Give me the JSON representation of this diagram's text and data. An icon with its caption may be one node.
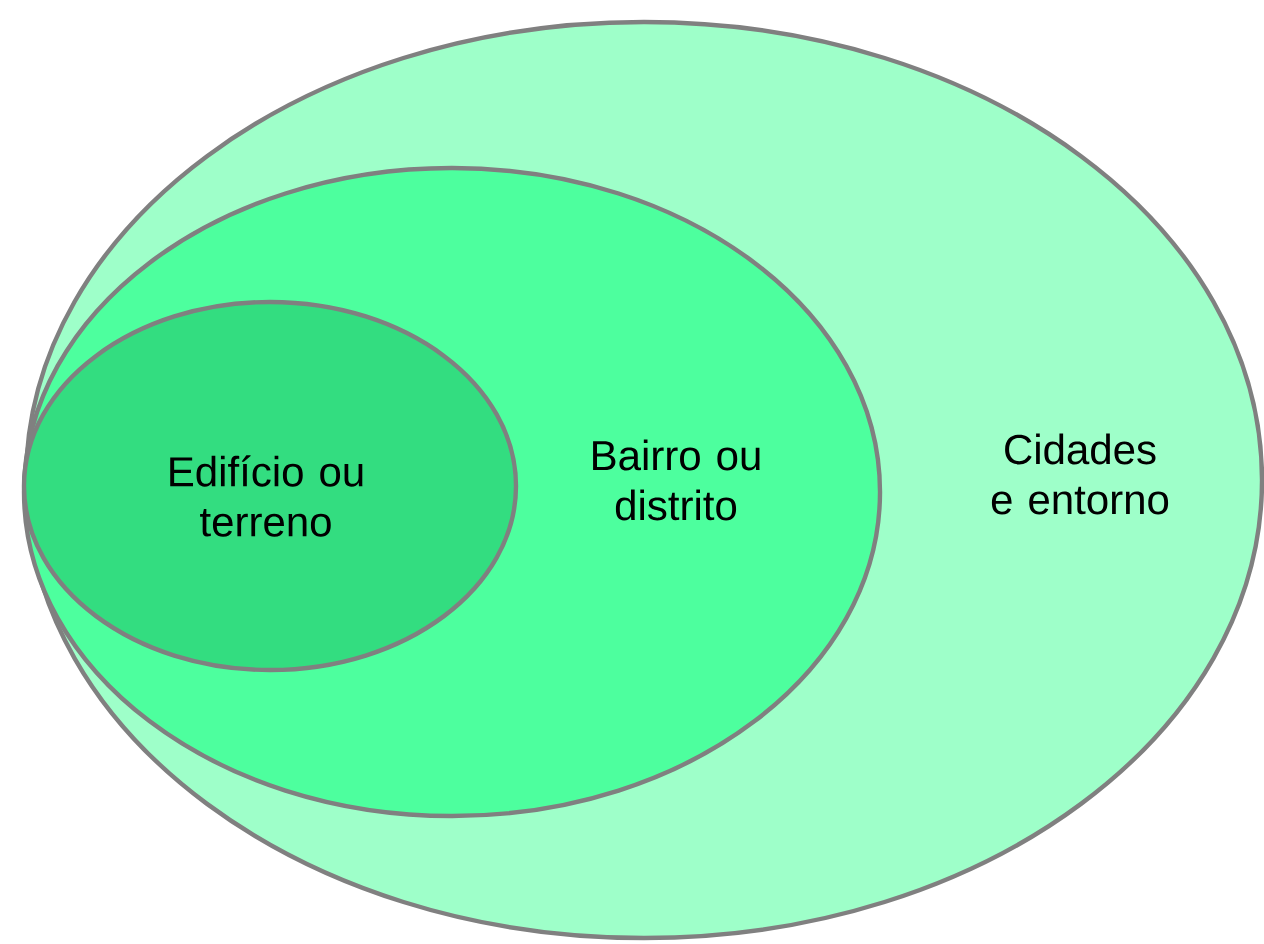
{
  "diagram": {
    "nodes": [
      {
        "text": [
          "Cidades e entorno"
        ]
      },
      {
        "text": [
          "Bairro ou distrito"
        ],
        "in": 0
      },
      {
        "text": [
          "Edifício ou terreno"
        ],
        "in": 1
      }
    ]
  }
}
